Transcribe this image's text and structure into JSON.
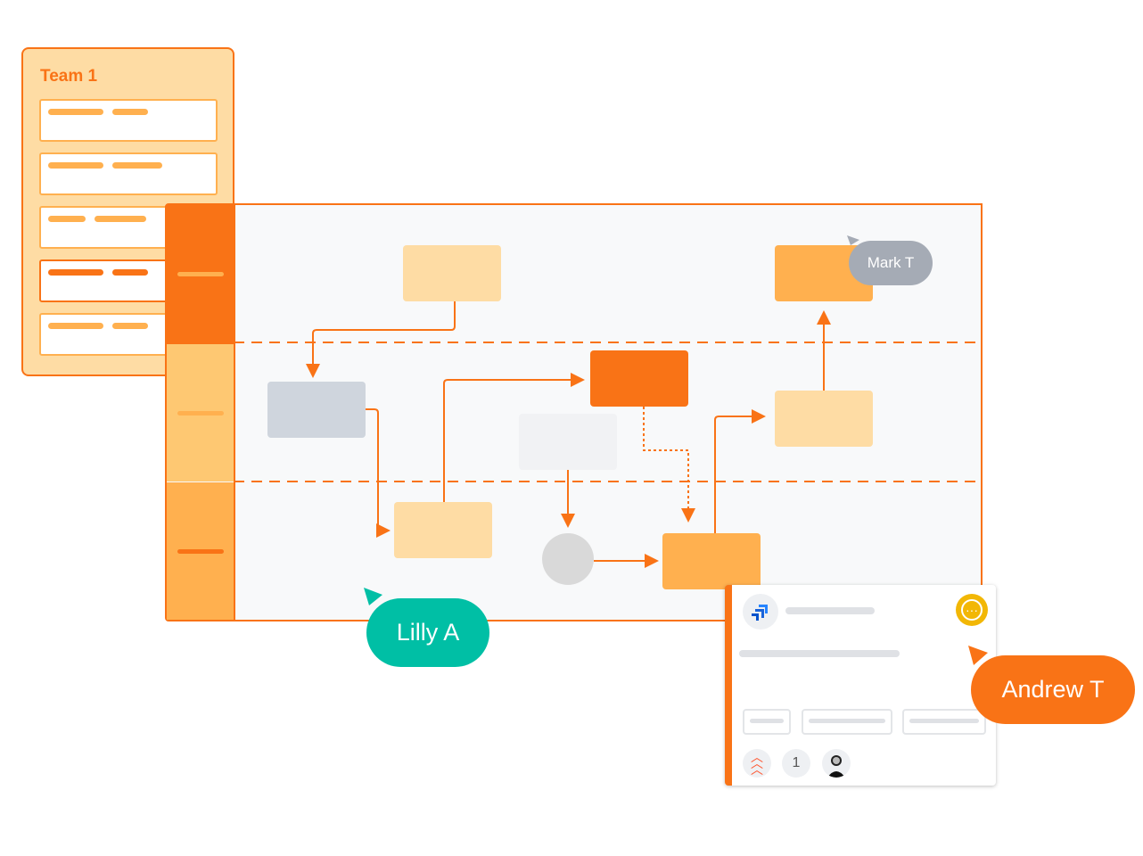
{
  "team_panel": {
    "title": "Team 1",
    "card_count": 5,
    "active_card": 4
  },
  "collaborators": {
    "mark": "Mark T",
    "lilly": "Lilly A",
    "andrew": "Andrew T"
  },
  "card": {
    "count_badge": "1"
  },
  "colors": {
    "orange": "#f97316",
    "light_orange": "#fedca4",
    "mid_orange": "#ffb04f",
    "teal": "#00bfa5",
    "gray_pill": "#a5abb5",
    "yellow": "#f2b705"
  }
}
